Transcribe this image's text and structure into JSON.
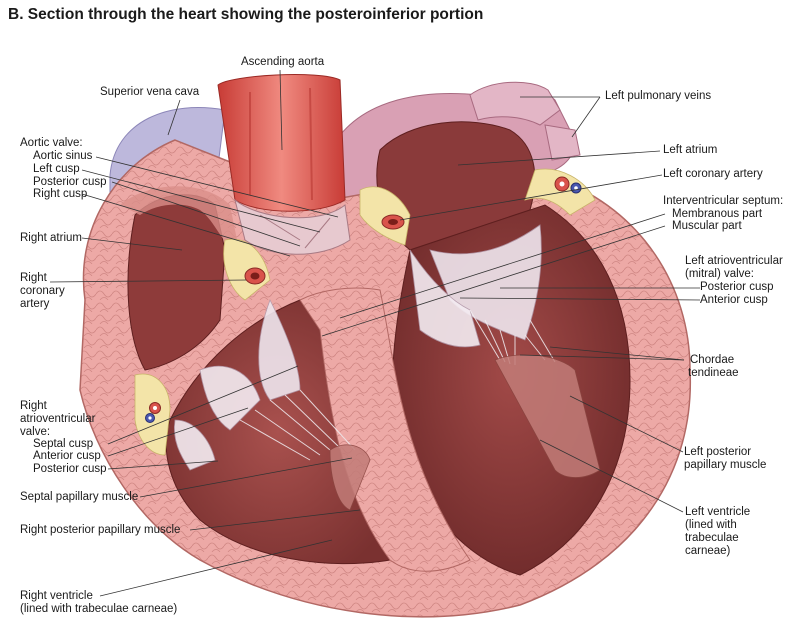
{
  "title": "B. Section through the heart showing the posteroinferior portion",
  "labels": {
    "ascending_aorta": "Ascending aorta",
    "superior_vena_cava": "Superior vena cava",
    "left_pulmonary_veins": "Left pulmonary veins",
    "aortic_valve": "Aortic valve:",
    "aortic_sinus": "Aortic sinus",
    "left_cusp": "Left cusp",
    "posterior_cusp": "Posterior cusp",
    "right_cusp": "Right cusp",
    "left_atrium": "Left atrium",
    "left_coronary_artery": "Left coronary artery",
    "interventricular_septum": "Interventricular septum:",
    "membranous_part": "Membranous part",
    "muscular_part": "Muscular part",
    "right_atrium": "Right atrium",
    "right_coronary_artery_1": "Right",
    "right_coronary_artery_2": "coronary",
    "right_coronary_artery_3": "artery",
    "left_av_valve_1": "Left atrioventricular",
    "left_av_valve_2": "(mitral) valve:",
    "mitral_posterior_cusp": "Posterior cusp",
    "mitral_anterior_cusp": "Anterior cusp",
    "chordae_1": "Chordae",
    "chordae_2": "tendineae",
    "right_av_valve_1": "Right",
    "right_av_valve_2": "atrioventricular",
    "right_av_valve_3": "valve:",
    "septal_cusp": "Septal cusp",
    "anterior_cusp": "Anterior cusp",
    "tricuspid_posterior_cusp": "Posterior cusp",
    "left_posterior_papillary_1": "Left posterior",
    "left_posterior_papillary_2": "papillary muscle",
    "septal_papillary_muscle": "Septal papillary muscle",
    "right_posterior_papillary_muscle": "Right posterior papillary muscle",
    "left_ventricle_1": "Left ventricle",
    "left_ventricle_2": "(lined with",
    "left_ventricle_3": "trabeculae",
    "left_ventricle_4": "carneae)",
    "right_ventricle_1": "Right ventricle",
    "right_ventricle_2": "(lined with trabeculae carneae)"
  },
  "colors": {
    "myocardium": "#e8a3a0",
    "myocardium_dark": "#b9605c",
    "chamber": "#8e3b3a",
    "atrium_wall": "#d49aa8",
    "fat": "#f3e4a8",
    "vessel": "#d9534b",
    "vena_cava": "#b9b4d8",
    "valve": "#efe6ee"
  }
}
